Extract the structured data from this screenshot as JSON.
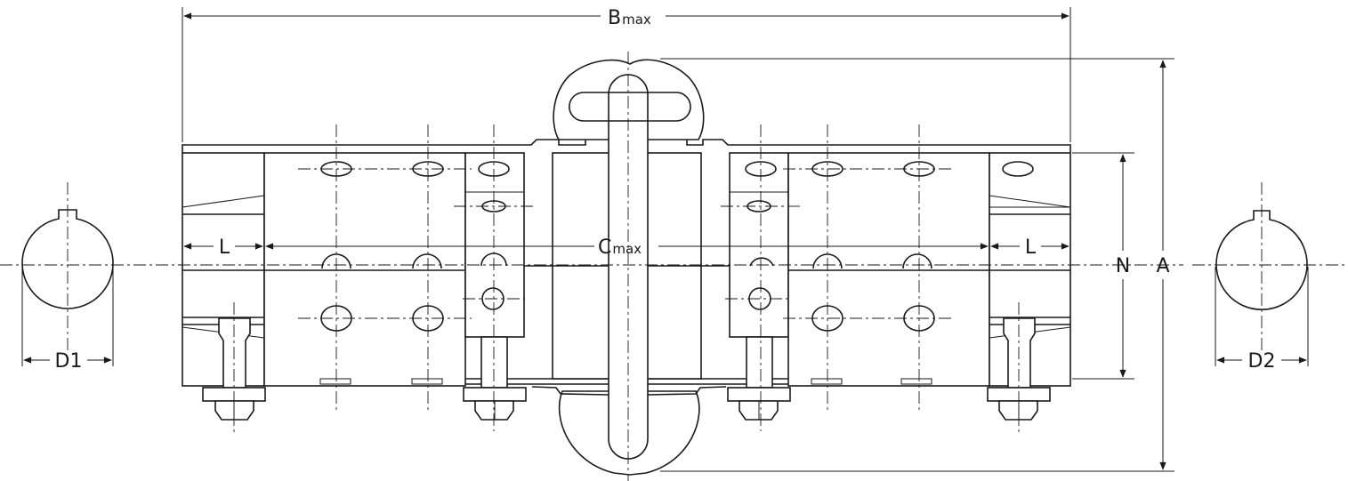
{
  "labels": {
    "bmax_main": "B",
    "bmax_sub": "max",
    "cmax_main": "C",
    "cmax_sub": "max",
    "l_left": "L",
    "l_right": "L",
    "n": "N",
    "a": "A",
    "d1": "D1",
    "d2": "D2"
  }
}
